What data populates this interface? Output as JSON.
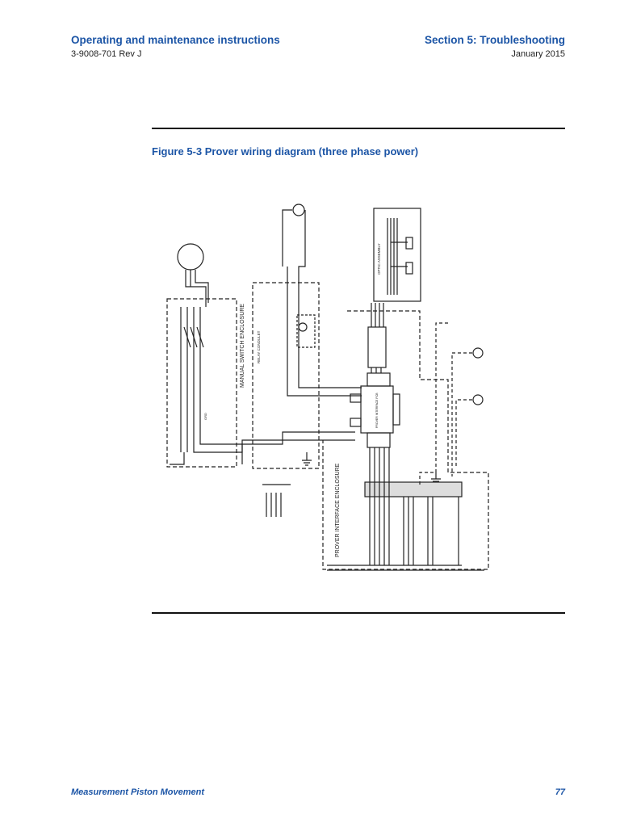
{
  "header": {
    "title": "Operating and maintenance instructions",
    "doc_number": "3-9008-701 Rev J",
    "section": "Section 5: Troubleshooting",
    "date": "January 2015"
  },
  "figure": {
    "caption": "Figure 5-3 Prover wiring diagram (three phase power)",
    "labels": {
      "manual_switch": "MANUAL SWITCH ENCLOSURE",
      "prover_interface": "PROVER INTERFACE ENCLOSURE",
      "optic_assembly": "OPTIC ASSEMBLY",
      "relay_condulet": "RELAY CONDULET",
      "pcb": "PROVER INTERFACE PCB",
      "grd": "GRD"
    }
  },
  "footer": {
    "title": "Measurement Piston Movement",
    "page": "77"
  },
  "colors": {
    "accent": "#1c55a6"
  }
}
